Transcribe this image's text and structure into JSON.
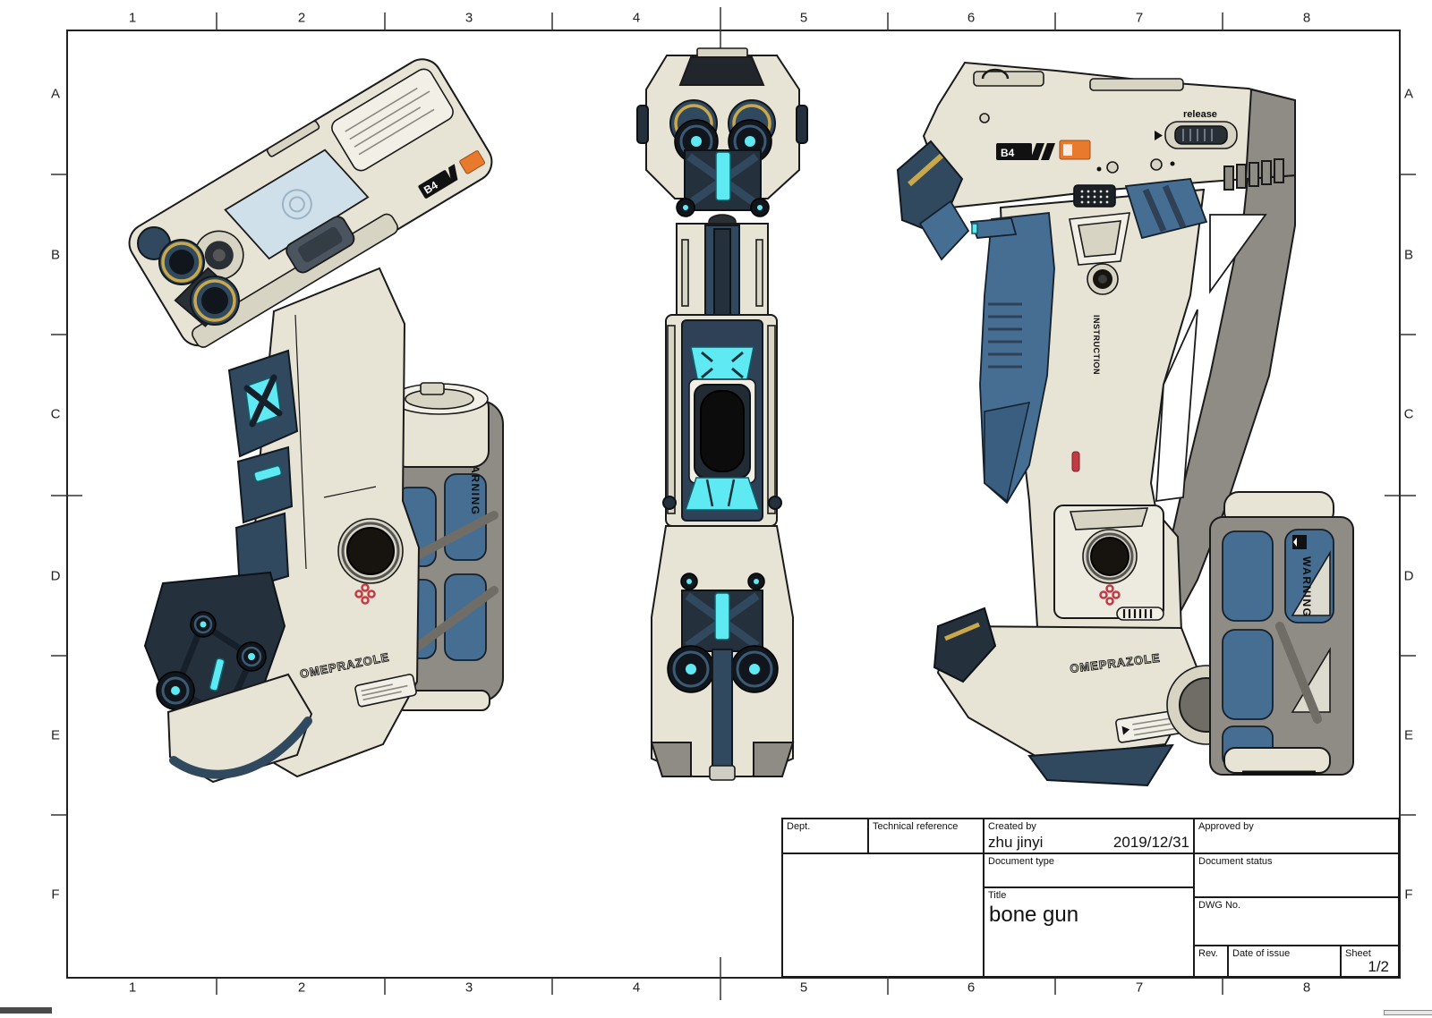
{
  "sheet": {
    "frame": {
      "columns": [
        "1",
        "2",
        "3",
        "4",
        "5",
        "6",
        "7",
        "8"
      ],
      "rows": [
        "A",
        "B",
        "C",
        "D",
        "E",
        "F"
      ]
    },
    "title_block": {
      "dept_label": "Dept.",
      "technical_reference_label": "Technical reference",
      "created_by_label": "Created by",
      "created_by_value": "zhu jinyi",
      "created_date": "2019/12/31",
      "approved_by_label": "Approved by",
      "document_type_label": "Document type",
      "document_status_label": "Document status",
      "title_label": "Title",
      "title_value": "bone gun",
      "dwg_no_label": "DWG No.",
      "rev_label": "Rev.",
      "date_of_issue_label": "Date of issue",
      "sheet_label": "Sheet",
      "sheet_value": "1/2"
    },
    "markings": {
      "model_code": "B4",
      "release_label": "release",
      "omeprazole": "OMEPRAZOLE",
      "warning": "WARNING",
      "instruction": "INSTRUCTION"
    },
    "colors": {
      "body_cream": "#E7E3D5",
      "body_cream_light": "#F2EFE6",
      "panel_navy": "#31495E",
      "panel_navy_dark": "#24303C",
      "steel_blue": "#466E92",
      "glow_cyan": "#5FE9F2",
      "canister_gray": "#8E8C84",
      "accent_orange": "#E87A2E",
      "accent_gold": "#C9A84C",
      "accent_red": "#C23B44",
      "line_black": "#1A1A1A"
    }
  }
}
